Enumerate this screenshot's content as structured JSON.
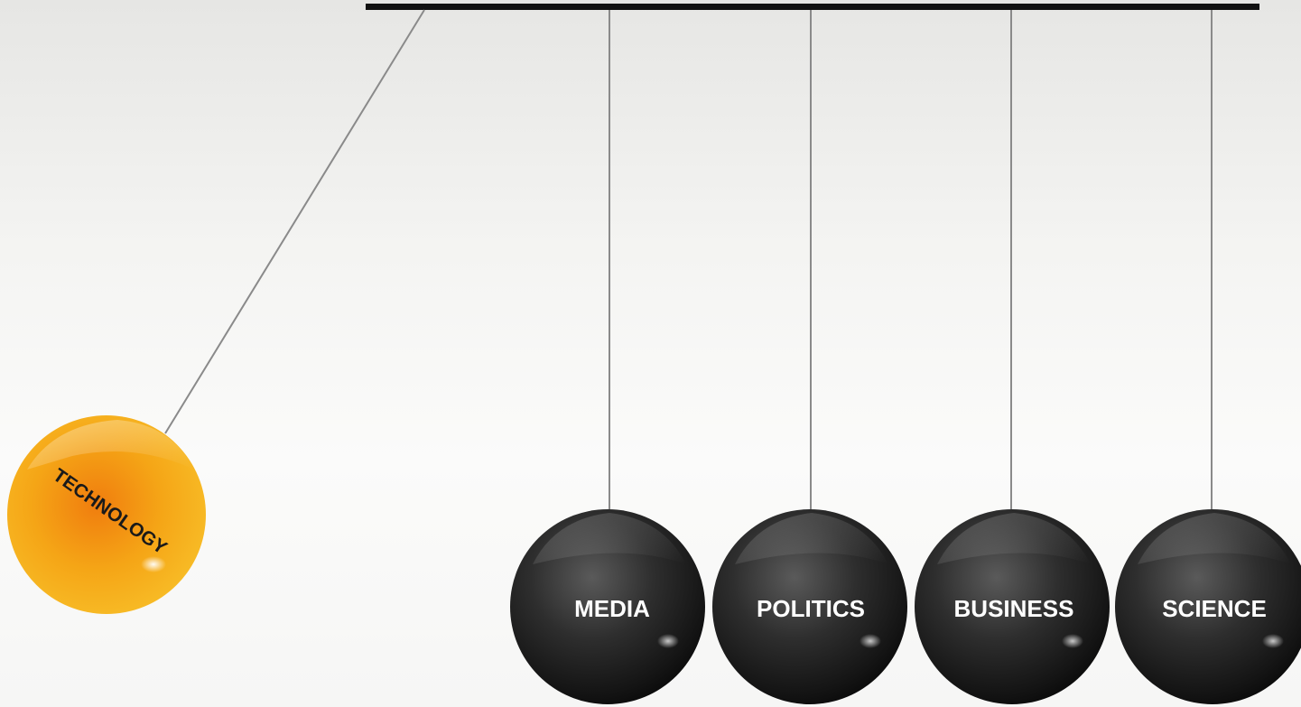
{
  "cradle": {
    "swinging_ball": {
      "label": "TECHNOLOGY",
      "color": "#f5a714"
    },
    "hanging_balls": [
      {
        "label": "MEDIA"
      },
      {
        "label": "POLITICS"
      },
      {
        "label": "BUSINESS"
      },
      {
        "label": "SCIENCE"
      }
    ],
    "colors": {
      "bar": "#111111",
      "string": "#8a8a8a",
      "dark_ball": "#2b2b2b"
    }
  }
}
